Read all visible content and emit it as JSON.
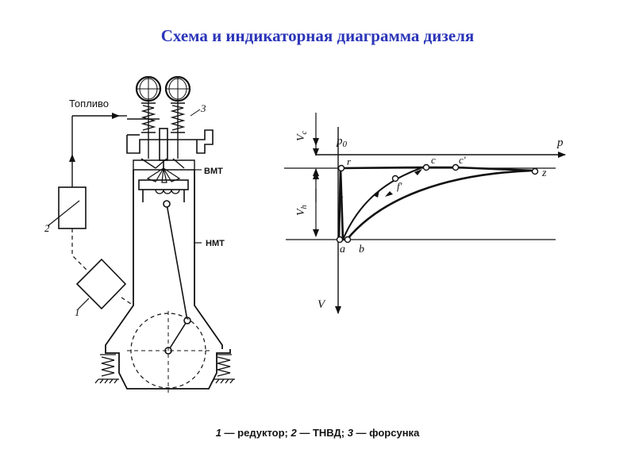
{
  "title": "Схема и индикаторная диаграмма дизеля",
  "engine_labels": {
    "fuel": "Топливо",
    "tdc": "ВМТ",
    "bdc": "НМТ",
    "num_1": "1",
    "num_2": "2",
    "num_3": "3"
  },
  "diagram_labels": {
    "p0": "p",
    "p0_sub": "0",
    "p_axis": "p",
    "v_axis": "V",
    "vc": "V",
    "vc_sub": "c",
    "vh": "V",
    "vh_sub": "h",
    "r": "r",
    "c": "c",
    "c_prime": "c'",
    "f_prime": "f'",
    "z": "z",
    "a": "a",
    "b": "b"
  },
  "caption": {
    "n1": "1",
    "t1": " — редуктор; ",
    "n2": "2",
    "t2": " — ТНВД; ",
    "n3": "3",
    "t3": " — форсунка"
  },
  "colors": {
    "title": "#2b35b8",
    "ink": "#111111"
  }
}
